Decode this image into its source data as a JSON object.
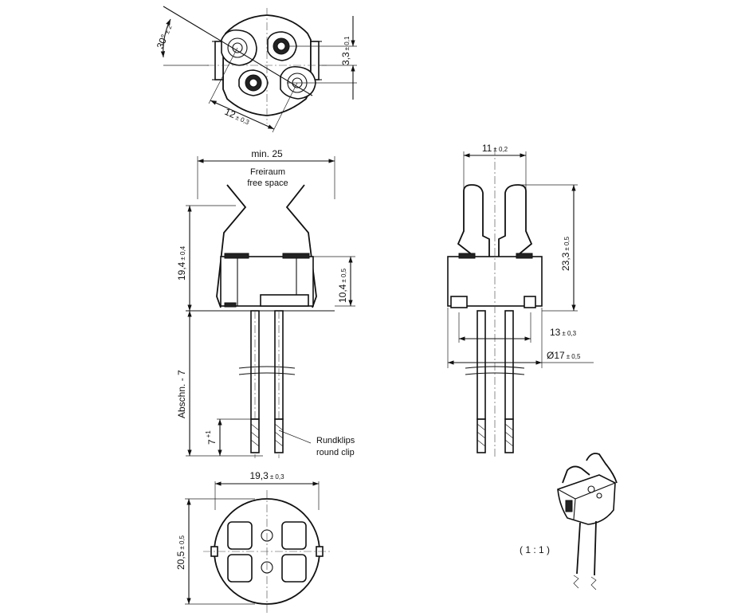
{
  "dimensions": {
    "angle": {
      "value": "30°",
      "tol": "± 2°"
    },
    "pitch_top": {
      "value": "12",
      "tol": "± 0,3"
    },
    "offset_top": {
      "value": "3,3",
      "tol": "± 0,1"
    },
    "min_space": {
      "value": "min. 25"
    },
    "height_clip": {
      "value": "19,4",
      "tol": "± 0,4"
    },
    "height_body": {
      "value": "10,4",
      "tol": "± 0,5"
    },
    "width_side": {
      "value": "11",
      "tol": "± 0,2"
    },
    "height_side": {
      "value": "23,3",
      "tol": "± 0,5"
    },
    "inner_dia": {
      "value": "13",
      "tol": "± 0,3"
    },
    "outer_dia": {
      "value": "Ø17",
      "tol": "± 0,5"
    },
    "cut_length": {
      "value": "Abschn. - 7"
    },
    "strip_len": {
      "value": "7",
      "tol": "+1"
    },
    "width_bottom": {
      "value": "19,3",
      "tol": "± 0,3"
    },
    "height_bottom": {
      "value": "20,5",
      "tol": "± 0,5"
    }
  },
  "labels": {
    "free_space_de": "Freiraum",
    "free_space_en": "free space",
    "round_clip_de": "Rundklips",
    "round_clip_en": "round clip",
    "scale": "( 1 : 1 )"
  }
}
